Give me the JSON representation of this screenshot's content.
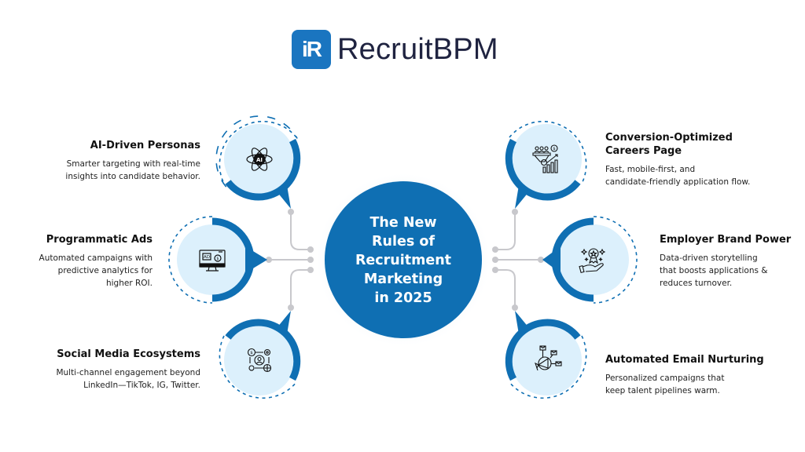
{
  "brand": {
    "logo_mark": "iR",
    "name": "RecruitBPM",
    "color": "#1a75c0"
  },
  "center": {
    "title_lines": [
      "The New",
      "Rules of",
      "Recruitment",
      "Marketing",
      "in 2025"
    ],
    "color": "#0f6fb3"
  },
  "items": [
    {
      "title_lines": [
        "AI-Driven Personas"
      ],
      "desc_lines": [
        "Smarter targeting with real-time",
        "insights into candidate behavior."
      ],
      "icon": "ai-atom-icon",
      "side": "left"
    },
    {
      "title_lines": [
        "Programmatic Ads"
      ],
      "desc_lines": [
        "Automated campaigns with",
        "predictive analytics for",
        "higher ROI."
      ],
      "icon": "ad-monitor-icon",
      "side": "left"
    },
    {
      "title_lines": [
        "Social Media Ecosystems"
      ],
      "desc_lines": [
        "Multi-channel engagement beyond",
        "LinkedIn—TikTok, IG, Twitter."
      ],
      "icon": "social-network-icon",
      "side": "left"
    },
    {
      "title_lines": [
        "Conversion-Optimized",
        "Careers Page"
      ],
      "desc_lines": [
        "Fast, mobile-first, and",
        "candidate-friendly application flow."
      ],
      "icon": "funnel-chart-icon",
      "side": "right"
    },
    {
      "title_lines": [
        "Employer Brand Power"
      ],
      "desc_lines": [
        "Data-driven storytelling",
        "that boosts applications &",
        "reduces turnover."
      ],
      "icon": "award-hand-icon",
      "side": "right"
    },
    {
      "title_lines": [
        "Automated Email Nurturing"
      ],
      "desc_lines": [
        "Personalized campaigns that",
        "keep talent pipelines warm."
      ],
      "icon": "email-megaphone-icon",
      "side": "right"
    }
  ],
  "colors": {
    "accent": "#0f6fb3",
    "node_fill": "#dcf0fc",
    "connector": "#c8c8cc",
    "text": "#111111"
  }
}
